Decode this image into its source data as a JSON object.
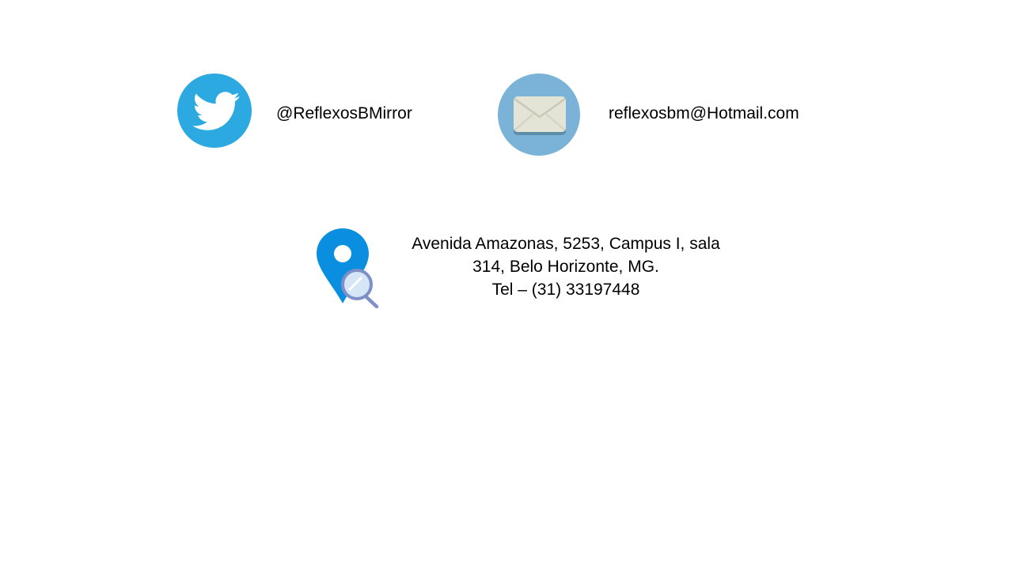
{
  "contacts": {
    "twitter": {
      "icon": "twitter-bird-icon",
      "handle": "@ReflexosBMirror",
      "color": "#2CA9E1"
    },
    "email": {
      "icon": "envelope-icon",
      "address": "reflexosbm@Hotmail.com",
      "color": "#7AB3D7"
    },
    "location": {
      "icon": "map-pin-search-icon",
      "address_line1": "Avenida Amazonas, 5253, Campus I, sala",
      "address_line2": "314, Belo Horizonte, MG.",
      "phone_line": "Tel – (31) 33197448",
      "color": "#0A8FE0"
    }
  }
}
